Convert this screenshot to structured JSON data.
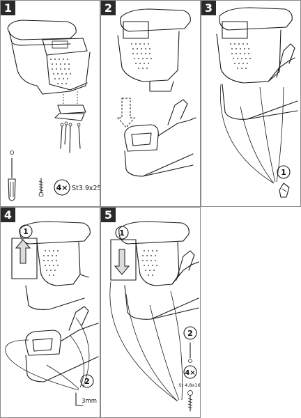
{
  "steps": [
    {
      "number": "1"
    },
    {
      "number": "2"
    },
    {
      "number": "3"
    },
    {
      "number": "4"
    },
    {
      "number": "5"
    }
  ],
  "step1": {
    "quantity": "4×",
    "screw_spec": "St3.9x25"
  },
  "step3": {
    "callout": "1"
  },
  "step4": {
    "callout_top": "1",
    "callout_bottom": "2",
    "hex_size": "3mm"
  },
  "step5": {
    "callout_top": "1",
    "callout_bottom": "2",
    "quantity": "4×",
    "screw_spec": "St 4,8x16"
  }
}
